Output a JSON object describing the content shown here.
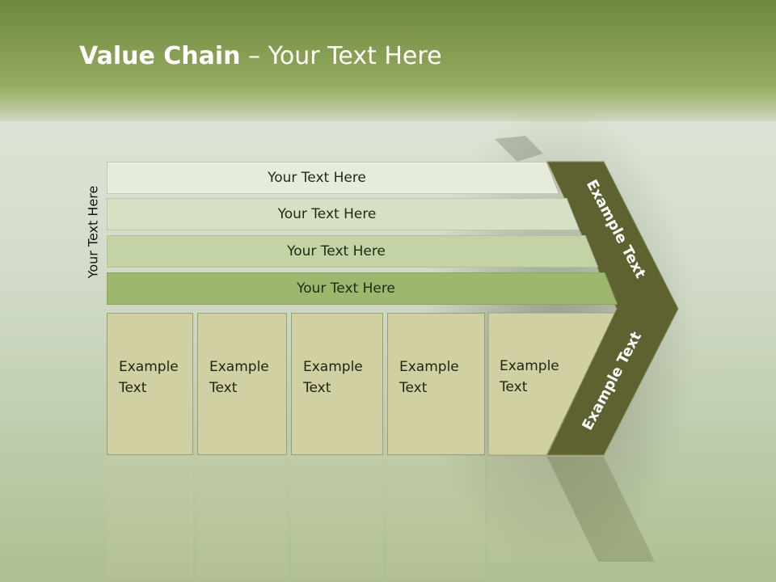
{
  "slide": {
    "title_bold": "Value Chain",
    "title_rest": " – Your Text Here",
    "side_label": "Your Text Here"
  },
  "bars": [
    {
      "label": "Your Text Here",
      "color": "#e6ecdc"
    },
    {
      "label": "Your Text Here",
      "color": "#d6e0c4"
    },
    {
      "label": "Your Text Here",
      "color": "#c3d3a6"
    },
    {
      "label": "Your Text Here",
      "color": "#9db86e"
    }
  ],
  "boxes": [
    {
      "label": "Example Text"
    },
    {
      "label": "Example Text"
    },
    {
      "label": "Example Text"
    },
    {
      "label": "Example Text"
    },
    {
      "label": "Example Text"
    }
  ],
  "chevron": {
    "upper_label": "Example Text",
    "lower_label": "Example Text",
    "color": "#5e6231"
  },
  "colors": {
    "header_green": "#8fa45a",
    "box_fill": "#d1d0a2"
  }
}
